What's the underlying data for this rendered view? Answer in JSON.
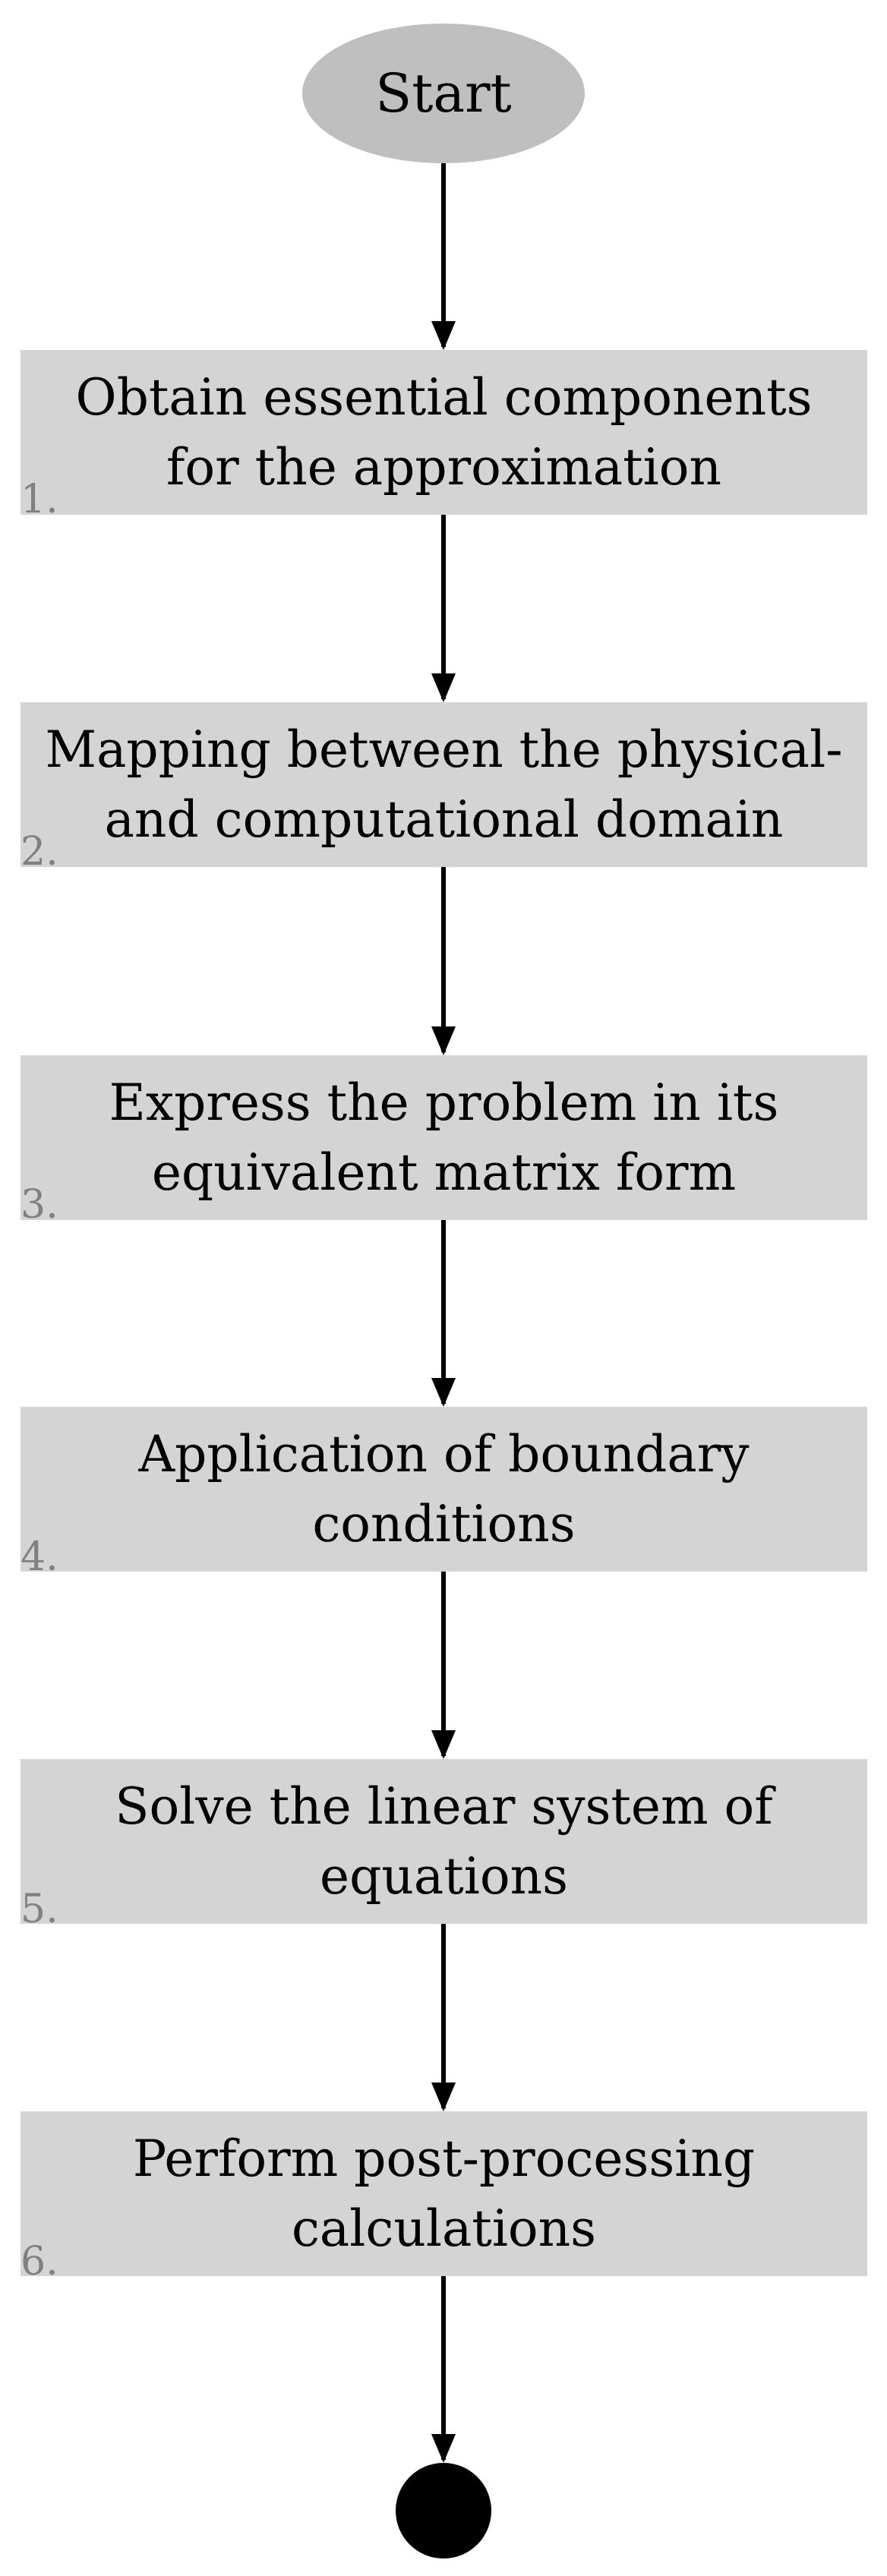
{
  "start": {
    "label": "Start"
  },
  "steps": [
    {
      "number": "1.",
      "text": "Obtain essential components\nfor the approximation"
    },
    {
      "number": "2.",
      "text": "Mapping between the physical-\nand computational domain"
    },
    {
      "number": "3.",
      "text": "Express the problem in its\nequivalent matrix form"
    },
    {
      "number": "4.",
      "text": "Application of boundary\nconditions"
    },
    {
      "number": "5.",
      "text": "Solve the linear system of\nequations"
    },
    {
      "number": "6.",
      "text": "Perform post-processing\ncalculations"
    }
  ],
  "colors": {
    "start_fill": "#bfbfbf",
    "box_fill": "#d4d4d4",
    "number_color": "#808080",
    "arrow_color": "#000000",
    "end_fill": "#000000"
  }
}
